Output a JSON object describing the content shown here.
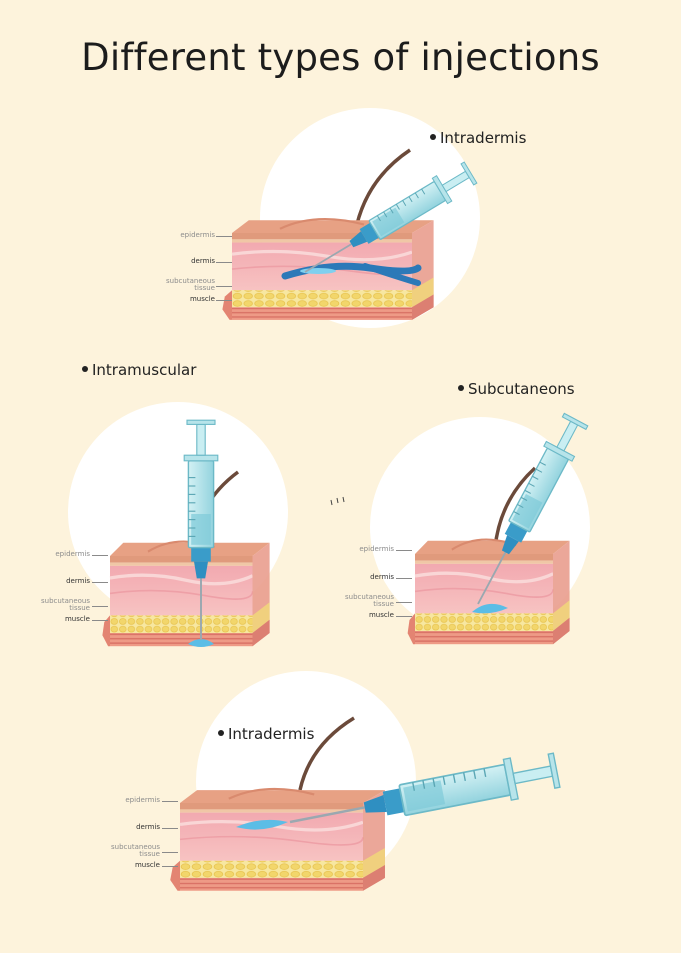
{
  "title": "Different types of injections",
  "panels": [
    {
      "id": "top",
      "label": "Intradermis",
      "layers": {
        "epidermis": "epidermis",
        "dermis": "dermis",
        "subcutaneous": "subcutaneous tissue",
        "muscle": "muscle"
      }
    },
    {
      "id": "left",
      "label": "Intramuscular",
      "layers": {
        "epidermis": "epidermis",
        "dermis": "dermis",
        "subcutaneous": "subcutaneous tissue",
        "muscle": "muscle"
      }
    },
    {
      "id": "right",
      "label": "Subcutaneons",
      "layers": {
        "epidermis": "epidermis",
        "dermis": "dermis",
        "subcutaneous": "subcutaneous tissue",
        "muscle": "muscle"
      }
    },
    {
      "id": "bottom",
      "label": "Intradermis",
      "layers": {
        "epidermis": "epidermis",
        "dermis": "dermis",
        "subcutaneous": "subcutaneous tissue",
        "muscle": "muscle"
      }
    }
  ],
  "colors": {
    "background": "#fdf3dc",
    "circle": "#ffffff",
    "skin_top": "#e9a98a",
    "dermis": "#f4b4b8",
    "fat": "#f5e08a",
    "muscle": "#e8867a",
    "syringe": "#a9dfe6",
    "needle_hub": "#3a9cc9",
    "drug": "#5bbde6"
  }
}
